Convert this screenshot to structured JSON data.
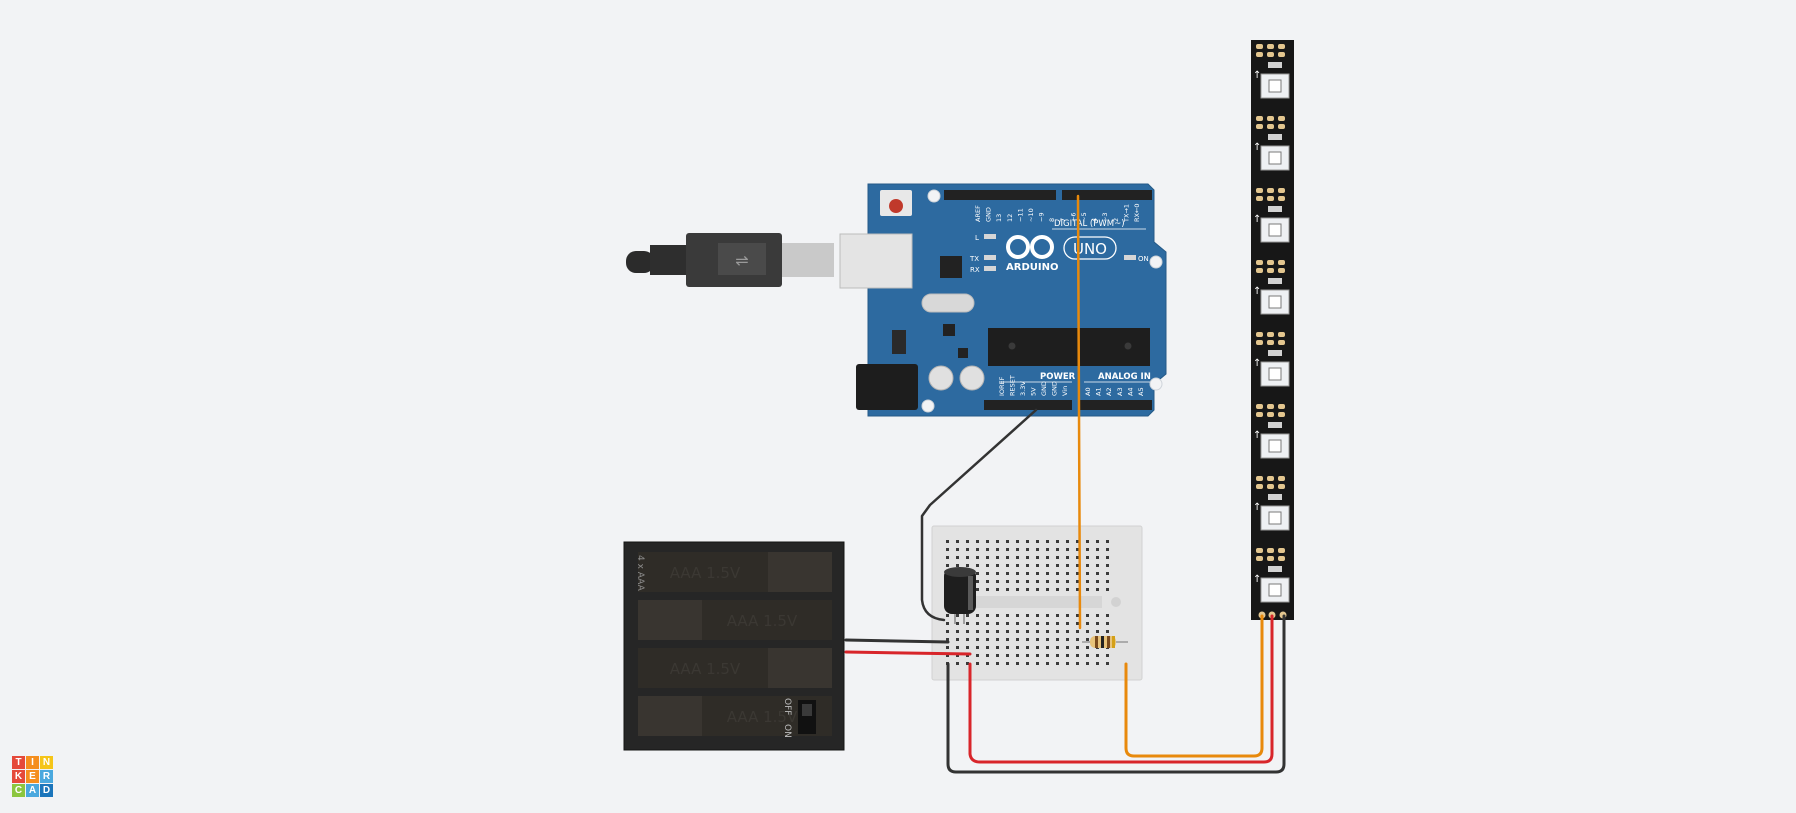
{
  "arduino": {
    "brand": "ARDUINO",
    "model": "UNO",
    "digital_label": "DIGITAL (PWM~)",
    "power_label": "POWER",
    "analog_label": "ANALOG IN",
    "led_l": "L",
    "led_tx": "TX",
    "led_rx": "RX",
    "led_on": "ON",
    "digital_pins": [
      "AREF",
      "GND",
      "13",
      "12",
      "~11",
      "~10",
      "~9",
      "8",
      "7",
      "~6",
      "~5",
      "4",
      "~3",
      "2",
      "TX→1",
      "RX←0"
    ],
    "power_pins": [
      "IOREF",
      "RESET",
      "3.3V",
      "5V",
      "GND",
      "GND",
      "Vin"
    ],
    "analog_pins": [
      "A0",
      "A1",
      "A2",
      "A3",
      "A4",
      "A5"
    ]
  },
  "battery": {
    "label": "4 x AAA",
    "cells": [
      "AAA 1.5V",
      "AAA 1.5V",
      "AAA 1.5V",
      "AAA 1.5V"
    ],
    "switch_off": "OFF",
    "switch_on": "ON"
  },
  "logo": {
    "letters": [
      "T",
      "I",
      "N",
      "K",
      "E",
      "R",
      "C",
      "A",
      "D"
    ]
  },
  "colors": {
    "background": "#f2f3f5",
    "board": "#2d6aa0",
    "wire_orange": "#e8890c",
    "wire_red": "#d8252a",
    "wire_black": "#333333",
    "logo": [
      "#e5493a",
      "#f58e1e",
      "#f5c518",
      "#e5493a",
      "#f58e1e",
      "#4aa8de",
      "#8cc63f",
      "#4aa8de",
      "#1b75bb"
    ]
  }
}
